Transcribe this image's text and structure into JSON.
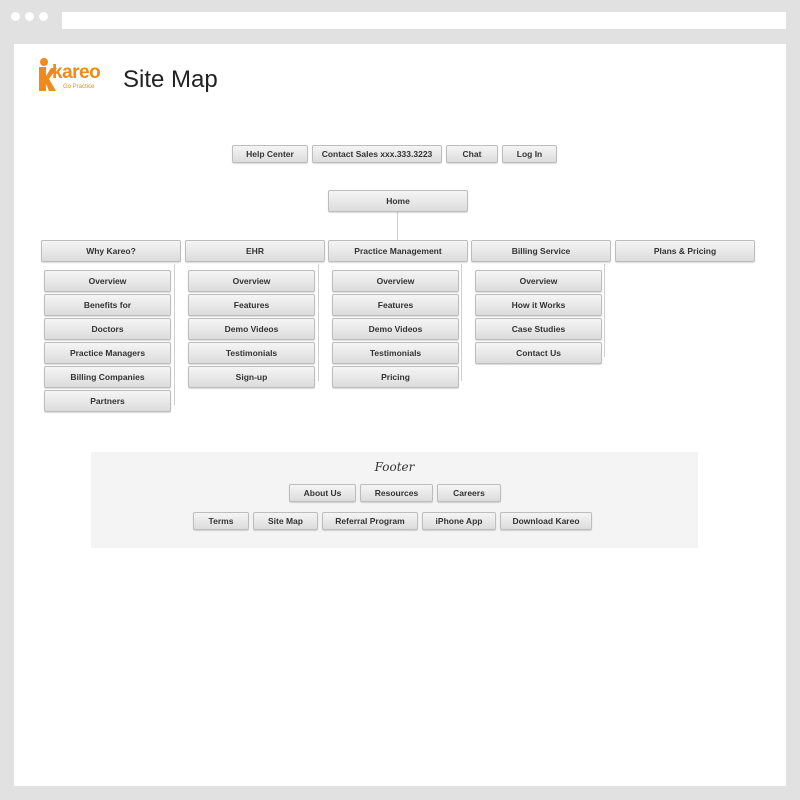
{
  "app": {
    "logo_text": "kareo",
    "logo_tagline": "Go Practice",
    "title": "Site Map",
    "brand_color": "#f08a1c"
  },
  "utility_nav": [
    "Help Center",
    "Contact Sales xxx.333.3223",
    "Chat",
    "Log In"
  ],
  "home_label": "Home",
  "sections": [
    {
      "label": "Why Kareo?",
      "children": [
        "Overview",
        "Benefits for",
        "Doctors",
        "Practice Managers",
        "Billing Companies",
        "Partners"
      ]
    },
    {
      "label": "EHR",
      "children": [
        "Overview",
        "Features",
        "Demo Videos",
        "Testimonials",
        "Sign-up"
      ]
    },
    {
      "label": "Practice Management",
      "children": [
        "Overview",
        "Features",
        "Demo Videos",
        "Testimonials",
        "Pricing"
      ]
    },
    {
      "label": "Billing Service",
      "children": [
        "Overview",
        "How it Works",
        "Case Studies",
        "Contact Us"
      ]
    },
    {
      "label": "Plans & Pricing",
      "children": []
    }
  ],
  "footer": {
    "title": "Footer",
    "row1": [
      "About Us",
      "Resources",
      "Careers"
    ],
    "row2": [
      "Terms",
      "Site Map",
      "Referral Program",
      "iPhone App",
      "Download Kareo"
    ]
  }
}
